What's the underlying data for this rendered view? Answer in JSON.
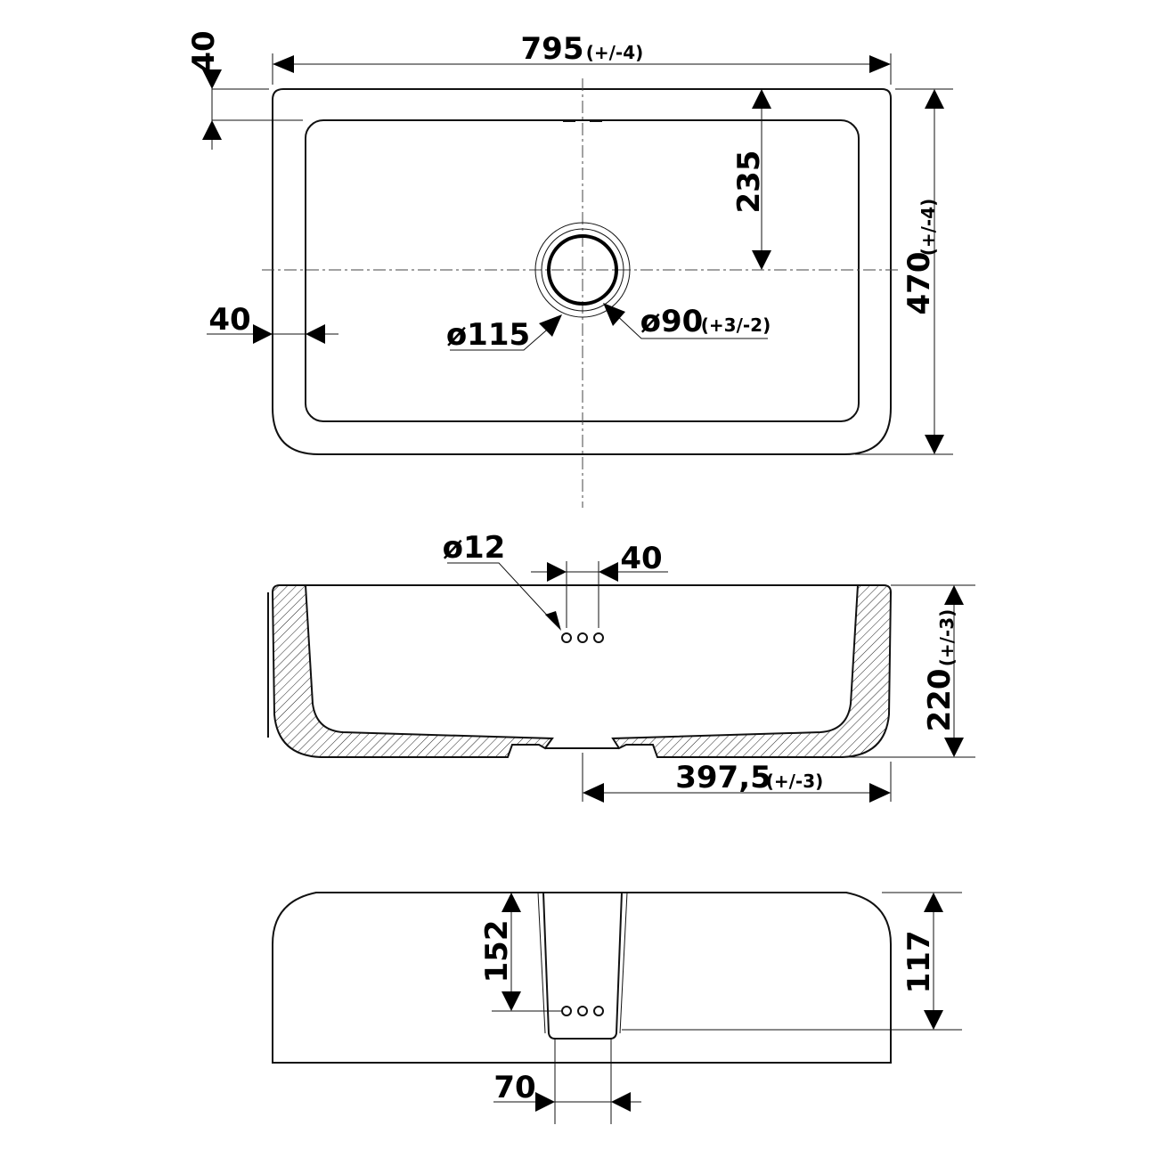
{
  "plan": {
    "width": "795",
    "width_tol": "(+/-4)",
    "depth": "470",
    "depth_tol": "(+/-4)",
    "rim_top": "40",
    "rim_side": "40",
    "waste_offset": "235",
    "outer_ring": "ø115",
    "drain": "ø90",
    "drain_tol": "(+3/-2)"
  },
  "section": {
    "overflow_holes": "ø12",
    "hole_spacing": "40",
    "height": "220",
    "height_tol": "(+/-3)",
    "half_width": "397,5",
    "half_width_tol": "(+/-3)"
  },
  "front": {
    "cutout_depth": "152",
    "apron_height": "117",
    "cutout_width": "70"
  },
  "colors": {
    "line": "#111111",
    "background": "#ffffff"
  }
}
